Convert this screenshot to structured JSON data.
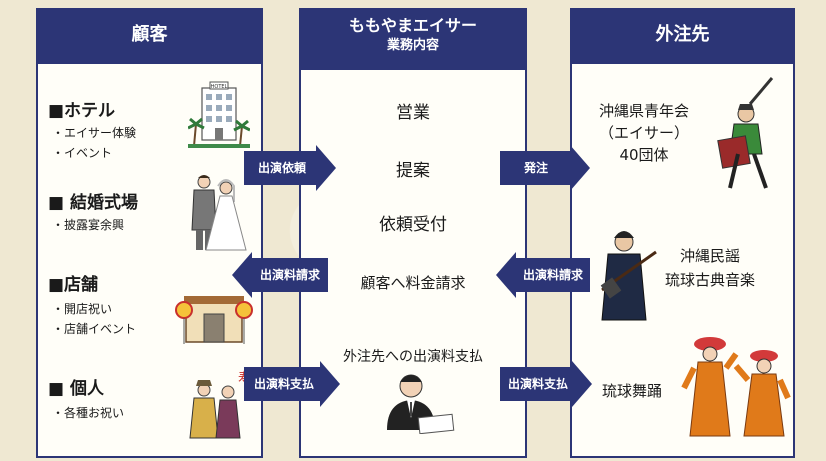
{
  "customers": {
    "header": "顧客",
    "groups": [
      {
        "title": "■ホテル",
        "items": [
          "・エイサー体験",
          "・イベント"
        ]
      },
      {
        "title": "■ 結婚式場",
        "items": [
          "・披露宴余興"
        ]
      },
      {
        "title": "■店舗",
        "items": [
          "・開店祝い",
          "・店舗イベント"
        ]
      },
      {
        "title": "■ 個人",
        "items": [
          "・各種お祝い"
        ]
      }
    ],
    "hotel_sign": "HOTEL",
    "kotobuki": "寿"
  },
  "company": {
    "header_line1": "ももやまエイサー",
    "header_line2": "業務内容",
    "services": [
      "営業",
      "提案",
      "依頼受付",
      "顧客へ料金請求",
      "外注先への出演料支払"
    ]
  },
  "contractors": {
    "header": "外注先",
    "items": [
      {
        "line1": "沖縄県青年会",
        "line2": "（エイサー）",
        "line3": "40団体"
      },
      {
        "line1": "沖縄民謡",
        "line2": "琉球古典音楽"
      },
      {
        "line1": "琉球舞踊"
      }
    ]
  },
  "arrows": {
    "request": "出演依頼",
    "order": "発注",
    "fee_claim_left": "出演料請求",
    "fee_claim_right": "出演料請求",
    "fee_pay_left": "出演料支払",
    "fee_pay_right": "出演料支払"
  },
  "colors": {
    "navy": "#2c3576",
    "panel": "#fffef8",
    "background": "#efe8d2"
  }
}
